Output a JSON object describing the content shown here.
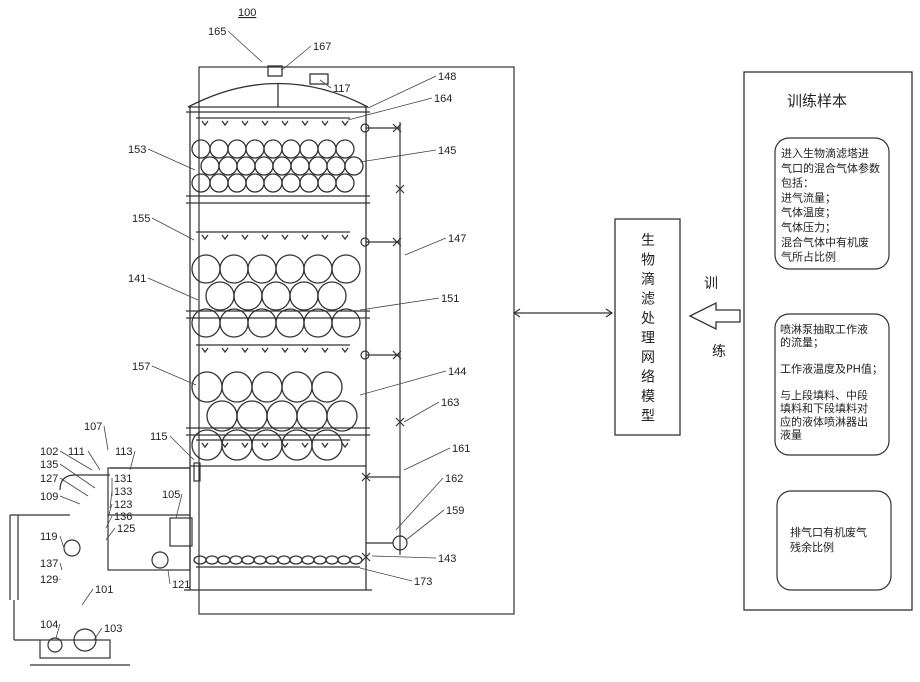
{
  "figure_number": "100",
  "model_box": {
    "chars": [
      "生",
      "物",
      "滴",
      "滤",
      "处",
      "理",
      "网",
      "络",
      "模",
      "型"
    ]
  },
  "train_label": [
    "训",
    "练"
  ],
  "sample_panel": {
    "title": "训练样本",
    "box1": {
      "lines": [
        "进入生物滴滤塔进",
        "气口的混合气体参数",
        "包括：",
        "进气流量；",
        "气体温度；",
        "气体压力；",
        "混合气体中有机废",
        "气所占比例"
      ]
    },
    "box2": {
      "lines": [
        "喷淋泵抽取工作液",
        "的流量；",
        "",
        "工作液温度及PH值；",
        "",
        "与上段填料、中段",
        "填料和下段填料对",
        "应的液体喷淋器出",
        "液量"
      ]
    },
    "box3": {
      "lines": [
        "排气口有机废气",
        "残余比例"
      ]
    }
  },
  "refs": {
    "r165": "165",
    "r167": "167",
    "r117": "117",
    "r148": "148",
    "r164": "164",
    "r153": "153",
    "r145": "145",
    "r155": "155",
    "r147": "147",
    "r141": "141",
    "r151": "151",
    "r157": "157",
    "r144": "144",
    "r163": "163",
    "r107": "107",
    "r115": "115",
    "r161": "161",
    "r102": "102",
    "r111": "111",
    "r113": "113",
    "r135": "135",
    "r127": "127",
    "r131": "131",
    "r133": "133",
    "r109": "109",
    "r105": "105",
    "r123": "123",
    "r136": "136",
    "r125": "125",
    "r162": "162",
    "r159": "159",
    "r119": "119",
    "r143": "143",
    "r137": "137",
    "r129": "129",
    "r121": "121",
    "r173": "173",
    "r101": "101",
    "r104": "104",
    "r103": "103"
  }
}
